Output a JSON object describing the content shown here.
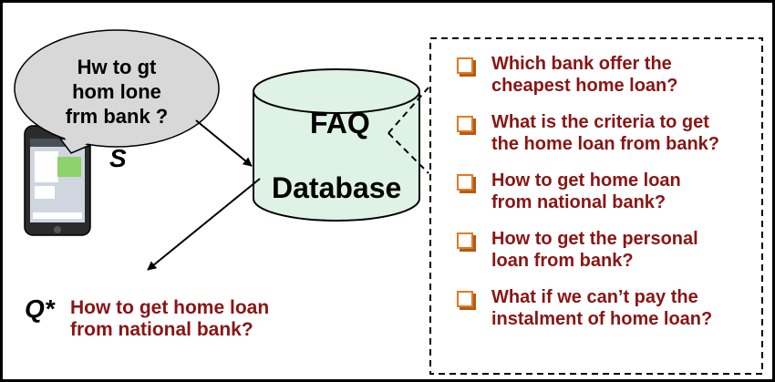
{
  "sms_bubble": {
    "text": "Hw to gt\nhom lone\nfrm bank ?"
  },
  "sms_label": "S",
  "database": {
    "title": "FAQ",
    "subtitle": "Database"
  },
  "faq_items": [
    {
      "text": "Which bank offer the\ncheapest home loan?"
    },
    {
      "text": "What is the criteria to get\nthe home loan from bank?"
    },
    {
      "text": "How to get home loan\nfrom national bank?"
    },
    {
      "text": "How to get the personal\nloan from bank?"
    },
    {
      "text": "What if we can’t pay the\ninstalment of home loan?"
    }
  ],
  "result": {
    "label": "Q*",
    "text": "How to get home loan\nfrom national bank?"
  },
  "colors": {
    "question_text": "#8b1414",
    "checkbox": "#e47a22",
    "cylinder_fill": "#dff2e6",
    "bubble_fill": "#d8d8d8"
  }
}
